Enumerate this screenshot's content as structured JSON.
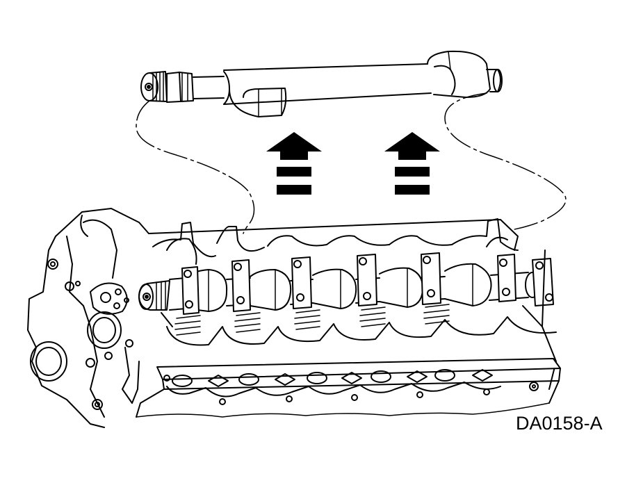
{
  "figure": {
    "code": "DA0158-A"
  },
  "colors": {
    "ink": "#000000",
    "paper": "#ffffff"
  },
  "arrows": {
    "count": 2,
    "direction": "up"
  }
}
